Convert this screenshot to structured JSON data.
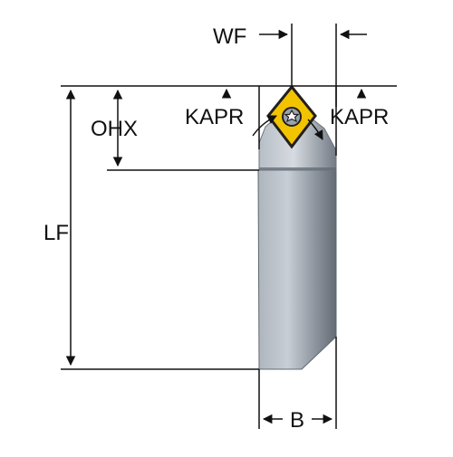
{
  "diagram": {
    "labels": {
      "wf": "WF",
      "ohx": "OHX",
      "kapr_left": "KAPR",
      "kapr_right": "KAPR",
      "lf": "LF",
      "b": "B"
    },
    "colors": {
      "holder_light": "#c9cfd6",
      "holder_mid": "#8e969f",
      "holder_dark": "#646b73",
      "insert": "#f2c400",
      "insert_edge": "#231f20",
      "screw": "#9aa3ad",
      "line": "#111111"
    },
    "icons": {
      "screw": "torx-screw-icon",
      "insert": "rhombic-insert-icon"
    }
  }
}
